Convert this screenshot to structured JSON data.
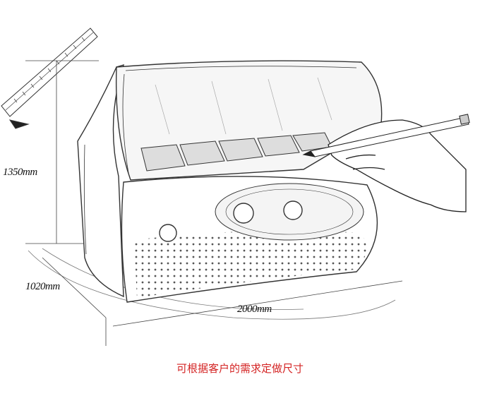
{
  "dimensions": {
    "height": "1350mm",
    "depth": "1020mm",
    "width": "2000mm"
  },
  "caption": "可根据客户的需求定做尺寸",
  "colors": {
    "caption": "#d42424",
    "sketch_line": "#333333",
    "watermark": "#9aa5ad"
  },
  "icons": [
    "pencil-icon",
    "hand-icon",
    "ruler-icon"
  ]
}
